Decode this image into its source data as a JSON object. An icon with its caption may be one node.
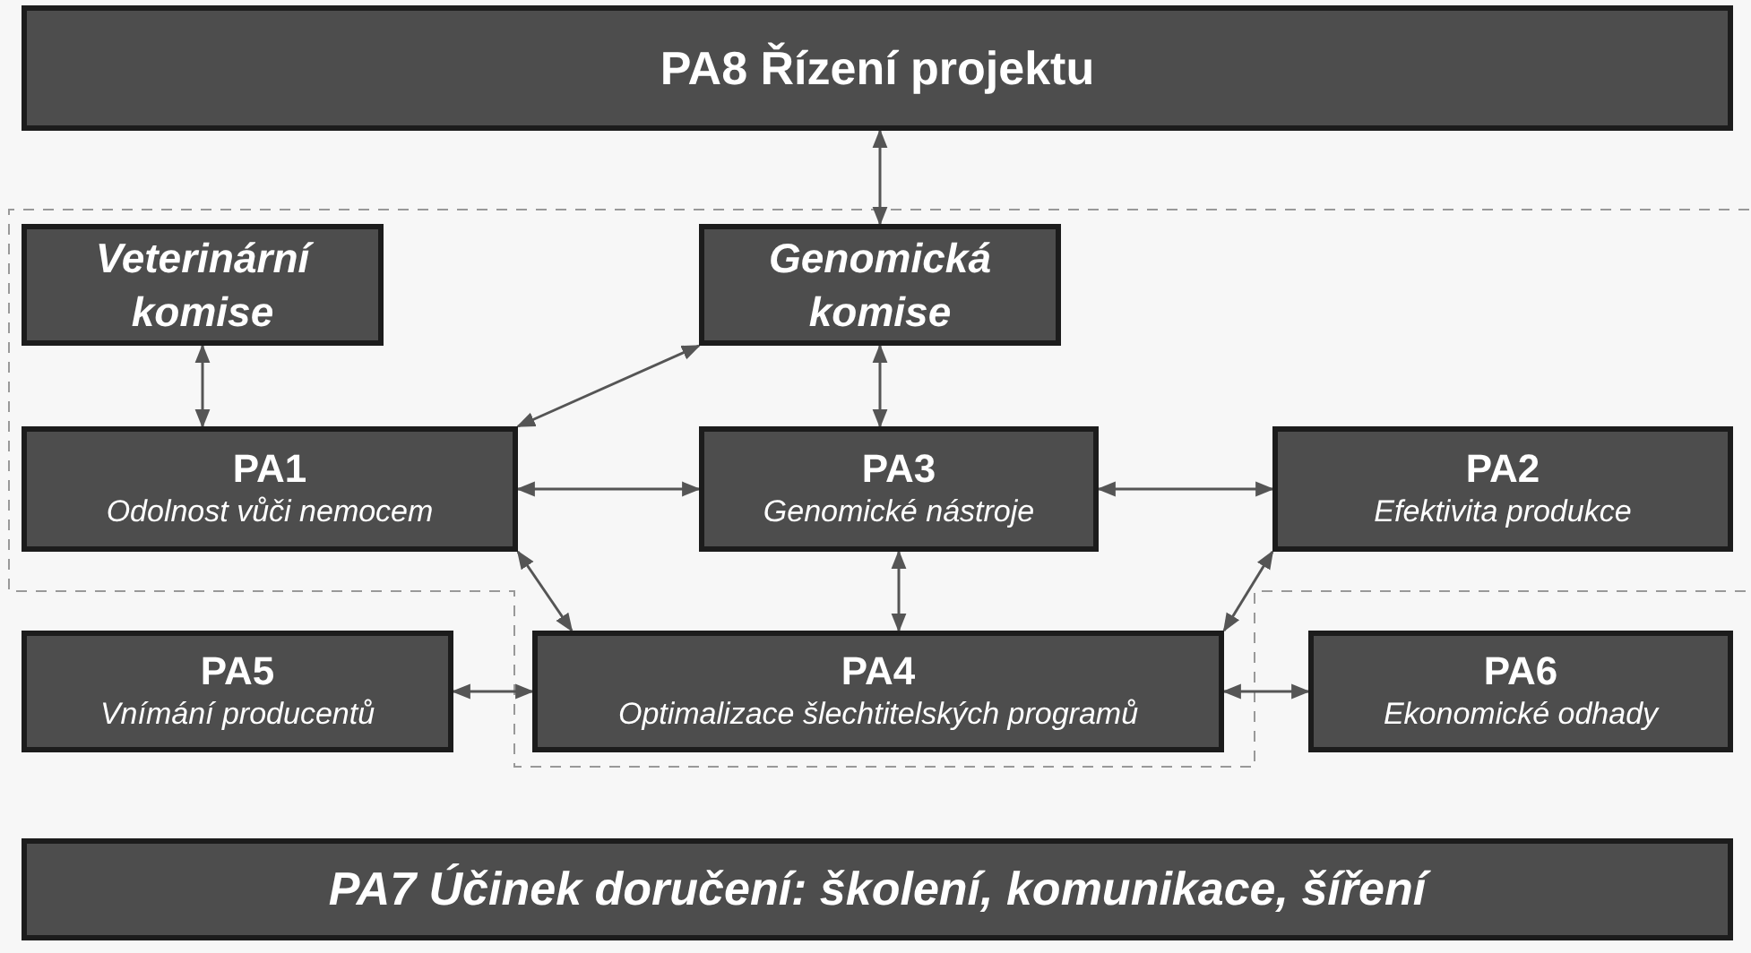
{
  "diagram": {
    "nodes": [
      {
        "text": [
          "PA8 Řízení projektu"
        ]
      },
      {
        "text": [
          "Veterinární komise"
        ]
      },
      {
        "text": [
          "Genomická komise"
        ]
      },
      {
        "text": [
          "PA1",
          "Odolnost vůči nemocem"
        ]
      },
      {
        "text": [
          "PA3",
          "Genomické nástroje"
        ]
      },
      {
        "text": [
          "PA2",
          "Efektivita produkce"
        ]
      },
      {
        "text": [
          "PA5",
          "Vnímání producentů"
        ]
      },
      {
        "text": [
          "PA4",
          "Optimalizace šlechtitelských programů"
        ]
      },
      {
        "text": [
          "PA6",
          "Ekonomické odhady"
        ]
      },
      {
        "text": [
          "PA7 Účinek doručení: školení, komunikace, šíření"
        ]
      }
    ],
    "edges": [
      {
        "from": 0,
        "to": 2,
        "arrow": "both"
      },
      {
        "from": 1,
        "to": 3,
        "arrow": "both"
      },
      {
        "from": 2,
        "to": 4,
        "arrow": "both"
      },
      {
        "from": 3,
        "to": 2,
        "arrow": "both"
      },
      {
        "from": 3,
        "to": 4,
        "arrow": "both"
      },
      {
        "from": 4,
        "to": 5,
        "arrow": "both"
      },
      {
        "from": 3,
        "to": 7,
        "arrow": "both"
      },
      {
        "from": 4,
        "to": 7,
        "arrow": "both"
      },
      {
        "from": 5,
        "to": 7,
        "arrow": "both"
      },
      {
        "from": 6,
        "to": 7,
        "arrow": "both"
      },
      {
        "from": 7,
        "to": 8,
        "arrow": "both"
      }
    ]
  }
}
